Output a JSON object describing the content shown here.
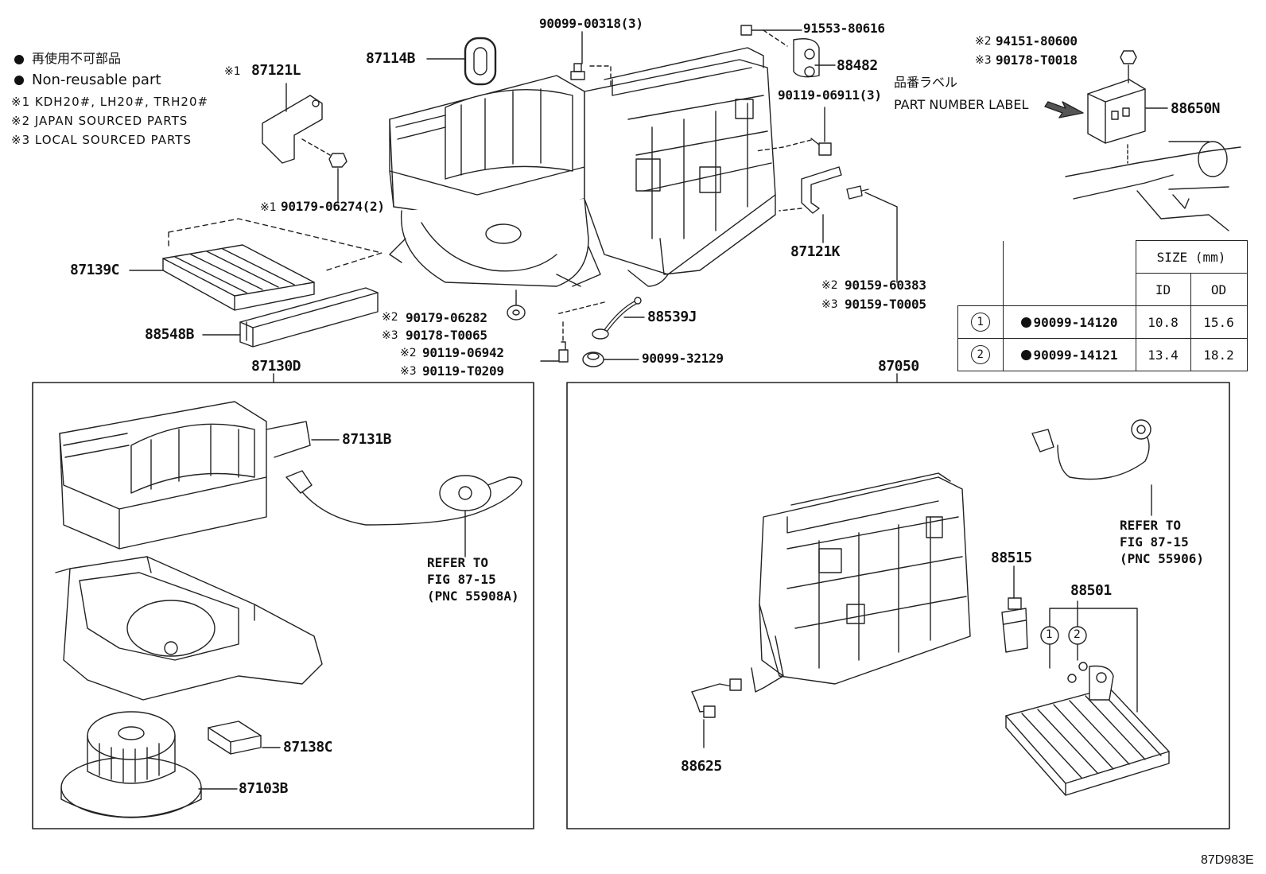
{
  "legend": {
    "non_reusable_jp": "再使用不可部品",
    "non_reusable_en": "Non-reusable part",
    "note1": "※1 KDH20#, LH20#, TRH20#",
    "note2": "※2 JAPAN SOURCED PARTS",
    "note3": "※3 LOCAL SOURCED PARTS"
  },
  "labels": {
    "p87114B": "87114B",
    "p90099_00318": "90099-00318(3)",
    "p91553": "91553-80616",
    "p88482": "88482",
    "label_jp": "品番ラベル",
    "label_en": "PART NUMBER LABEL",
    "p94151_mark": "※2",
    "p94151": "94151-80600",
    "p90178_T0018_mark": "※3",
    "p90178_T0018": "90178-T0018",
    "p88650N": "88650N",
    "p87121L_mark": "※1",
    "p87121L": "87121L",
    "p90119_06911": "90119-06911(3)",
    "p90179_06274_mark": "※1",
    "p90179_06274": "90179-06274(2)",
    "p87121K": "87121K",
    "p90159_60383_mark": "※2",
    "p90159_60383": "90159-60383",
    "p90159_T0005_mark": "※3",
    "p90159_T0005": "90159-T0005",
    "p87139C": "87139C",
    "p88548B": "88548B",
    "p90179_06282_mark": "※2",
    "p90179_06282": "90179-06282",
    "p90178_T0065_mark": "※3",
    "p90178_T0065": "90178-T0065",
    "p88539J": "88539J",
    "p90119_06942_mark": "※2",
    "p90119_06942": "90119-06942",
    "p90119_T0209_mark": "※3",
    "p90119_T0209": "90119-T0209",
    "p90099_32129": "90099-32129",
    "p87130D": "87130D",
    "p87050": "87050",
    "p87131B": "87131B",
    "refer_left": "REFER TO\nFIG 87-15\n(PNC 55908A)",
    "refer_right": "REFER TO\nFIG 87-15\n(PNC 55906)",
    "p88515": "88515",
    "p88501": "88501",
    "p87138C": "87138C",
    "p87103B": "87103B",
    "p88625": "88625",
    "callout_1": "1",
    "callout_2": "2",
    "figure_id": "87D983E"
  },
  "size_table": {
    "header_size": "SIZE (mm)",
    "header_id": "ID",
    "header_od": "OD",
    "rows": [
      {
        "ref": "1",
        "part": "90099-14120",
        "id": "10.8",
        "od": "15.6"
      },
      {
        "ref": "2",
        "part": "90099-14121",
        "id": "13.4",
        "od": "18.2"
      }
    ]
  }
}
